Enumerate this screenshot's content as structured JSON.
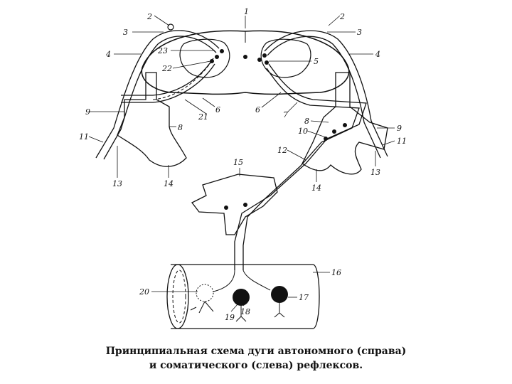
{
  "caption": {
    "line1": "Принципиальная схема дуги автономного (справа)",
    "line2": "и соматического (слева) рефлексов."
  },
  "labels": [
    "1",
    "2",
    "2",
    "3",
    "3",
    "4",
    "4",
    "23",
    "22",
    "5",
    "6",
    "6",
    "7",
    "21",
    "9",
    "8",
    "8",
    "10",
    "9",
    "11",
    "11",
    "12",
    "13",
    "14",
    "13",
    "14",
    "15",
    "16",
    "20",
    "17",
    "18",
    "19"
  ]
}
